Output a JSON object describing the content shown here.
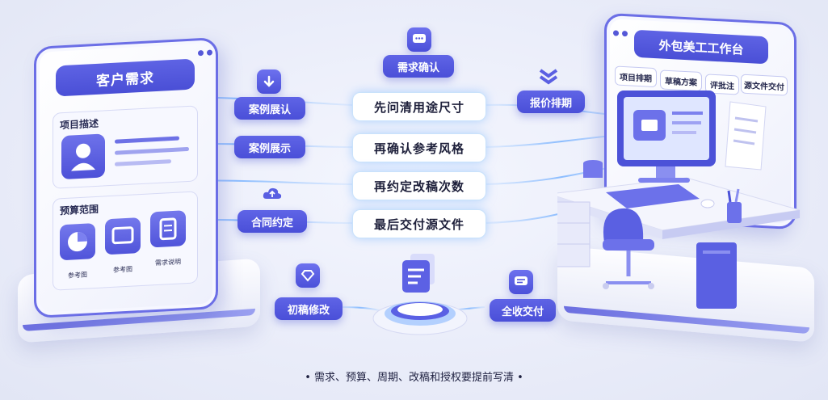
{
  "left_panel": {
    "title": "客户需求",
    "project_label": "项目描述",
    "budget_label": "预算范围",
    "tiles": [
      "参考图",
      "参考图",
      "需求说明"
    ]
  },
  "left_chips": [
    "案例展认",
    "案例展示",
    "合同约定"
  ],
  "top_chip": "需求确认",
  "right_chip": "报价排期",
  "steps": [
    "先问清用途尺寸",
    "再确认参考风格",
    "再约定改稿次数",
    "最后交付源文件"
  ],
  "bottom_left_chip": "初稿修改",
  "bottom_right_chip": "全收交付",
  "right_panel": {
    "title": "外包美工工作台",
    "tags": [
      "项目排期",
      "草稿方案",
      "评批注",
      "源文件交付"
    ]
  },
  "caption": "• 需求、预算、周期、改稿和授权要提前写清 •",
  "colors": {
    "accent": "#5357dc",
    "glow": "#9cc8ff"
  }
}
